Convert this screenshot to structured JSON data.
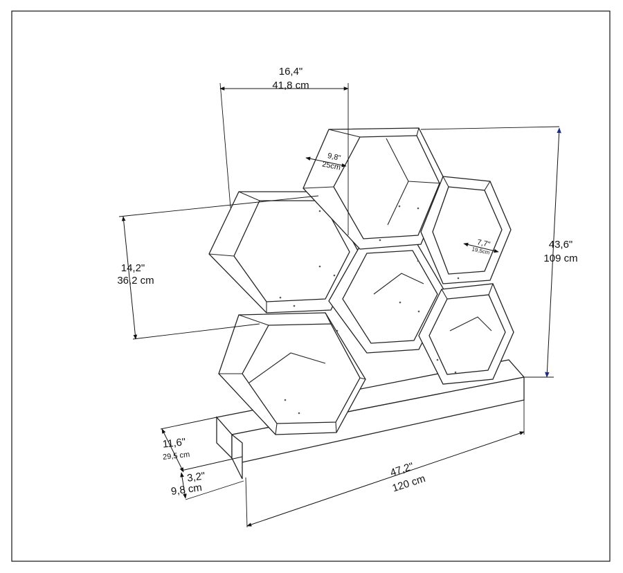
{
  "dimensions": {
    "width_top": {
      "inch": "16,4\"",
      "cm": "41,8 cm"
    },
    "depth_hex": {
      "inch": "9,8\"",
      "cm": "25cm"
    },
    "hex_height": {
      "inch": "14,2\"",
      "cm": "36,2 cm"
    },
    "total_height": {
      "inch": "43,6\"",
      "cm": "109 cm"
    },
    "inner_width": {
      "inch": "7,7\"",
      "cm": "19,5cm"
    },
    "base_depth": {
      "inch": "11,6\"",
      "cm": "29,5 cm"
    },
    "base_height": {
      "inch": "3,2\"",
      "cm": "9,8 cm"
    },
    "base_length": {
      "inch": "47,2\"",
      "cm": "120 cm"
    }
  },
  "colors": {
    "line": "#222222",
    "arrow_blue": "#1a2a8c"
  }
}
